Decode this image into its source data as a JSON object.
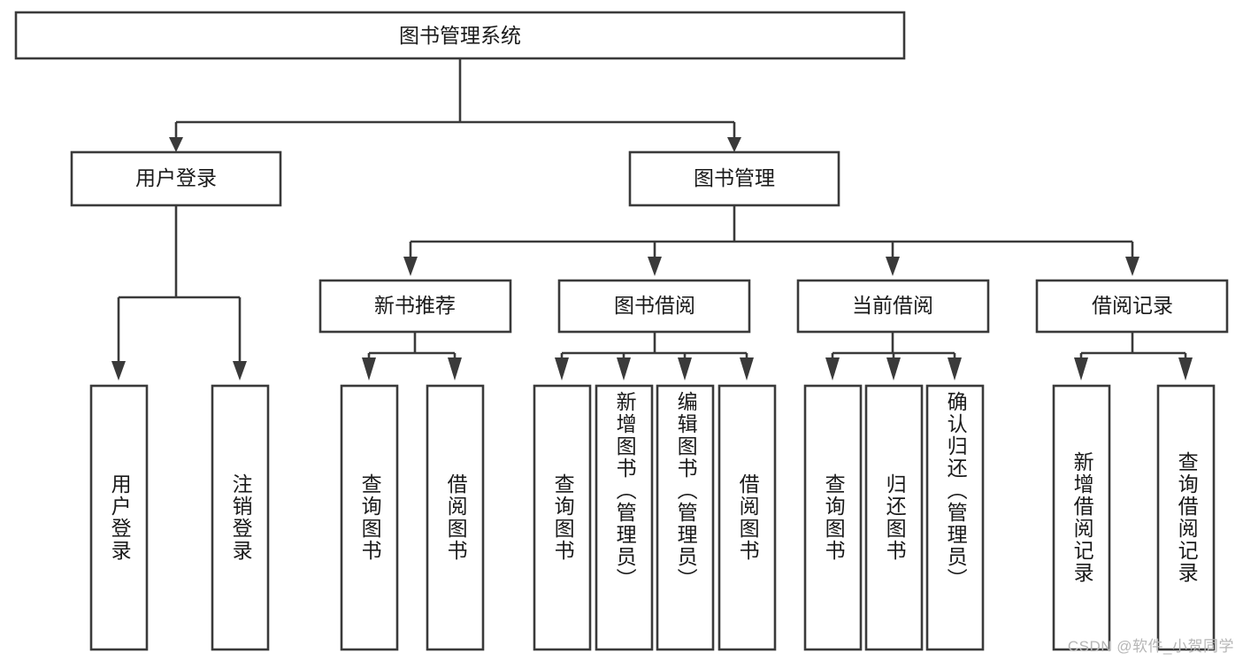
{
  "diagram": {
    "type": "tree",
    "title": "图书管理系统",
    "watermark": "CSDN @软件_小贺同学",
    "root": {
      "id": "root",
      "label": "图书管理系统"
    },
    "level2": [
      {
        "id": "user-login",
        "label": "用户登录"
      },
      {
        "id": "book-manage",
        "label": "图书管理"
      }
    ],
    "level3": [
      {
        "id": "new-book-recommend",
        "label": "新书推荐",
        "parent": "book-manage"
      },
      {
        "id": "book-borrow",
        "label": "图书借阅",
        "parent": "book-manage"
      },
      {
        "id": "current-borrow",
        "label": "当前借阅",
        "parent": "book-manage"
      },
      {
        "id": "borrow-record",
        "label": "借阅记录",
        "parent": "book-manage"
      }
    ],
    "leaves": [
      {
        "id": "leaf-user-login",
        "label": "用户登录",
        "parent": "user-login"
      },
      {
        "id": "leaf-logout-login",
        "label": "注销登录",
        "parent": "user-login"
      },
      {
        "id": "leaf-query-book-1",
        "label": "查询图书",
        "parent": "new-book-recommend"
      },
      {
        "id": "leaf-borrow-book-1",
        "label": "借阅图书",
        "parent": "new-book-recommend"
      },
      {
        "id": "leaf-query-book-2",
        "label": "查询图书",
        "parent": "book-borrow"
      },
      {
        "id": "leaf-add-book",
        "label": "新增图书（管理员）",
        "parent": "book-borrow"
      },
      {
        "id": "leaf-edit-book",
        "label": "编辑图书（管理员）",
        "parent": "book-borrow"
      },
      {
        "id": "leaf-borrow-book-2",
        "label": "借阅图书",
        "parent": "book-borrow"
      },
      {
        "id": "leaf-query-book-3",
        "label": "查询图书",
        "parent": "current-borrow"
      },
      {
        "id": "leaf-return-book",
        "label": "归还图书",
        "parent": "current-borrow"
      },
      {
        "id": "leaf-confirm-return",
        "label": "确认归还（管理员）",
        "parent": "current-borrow"
      },
      {
        "id": "leaf-add-record",
        "label": "新增借阅记录",
        "parent": "borrow-record"
      },
      {
        "id": "leaf-query-record",
        "label": "查询借阅记录",
        "parent": "borrow-record"
      }
    ],
    "colors": {
      "stroke": "#3a3a3a",
      "fill": "#ffffff",
      "text": "#1a1a1a",
      "watermark": "#b6b6b6"
    }
  }
}
